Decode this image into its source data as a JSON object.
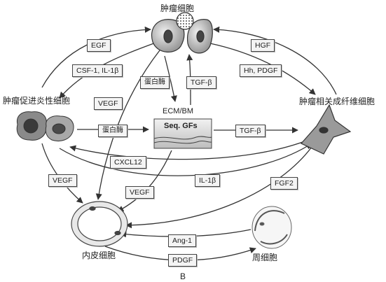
{
  "diagram": {
    "panel_label": "B",
    "nodes": {
      "tumor_cell": "肿瘤细胞",
      "inflammatory_cell": "肿瘤促进炎性细胞",
      "fibroblast": "肿瘤相关成纤维细胞",
      "endothelial": "内皮细胞",
      "pericyte": "周细胞",
      "ecm": "ECM/BM",
      "seq_gfs": "Seq. GFs"
    },
    "factors": {
      "egf": "EGF",
      "csf": "CSF-1, IL-1β",
      "protease_top": "蛋白酶",
      "tgfb_top": "TGF-β",
      "hgf": "HGF",
      "hh_pdgf": "Hh, PDGF",
      "vegf_tumor": "VEGF",
      "protease_mid": "蛋白酶",
      "tgfb_mid": "TGF-β",
      "cxcl12": "CXCL12",
      "il1b": "IL-1β",
      "vegf_inflam": "VEGF",
      "vegf_ecm": "VEGF",
      "fgf2": "FGF2",
      "ang1": "Ang-1",
      "pdgf": "PDGF"
    }
  }
}
